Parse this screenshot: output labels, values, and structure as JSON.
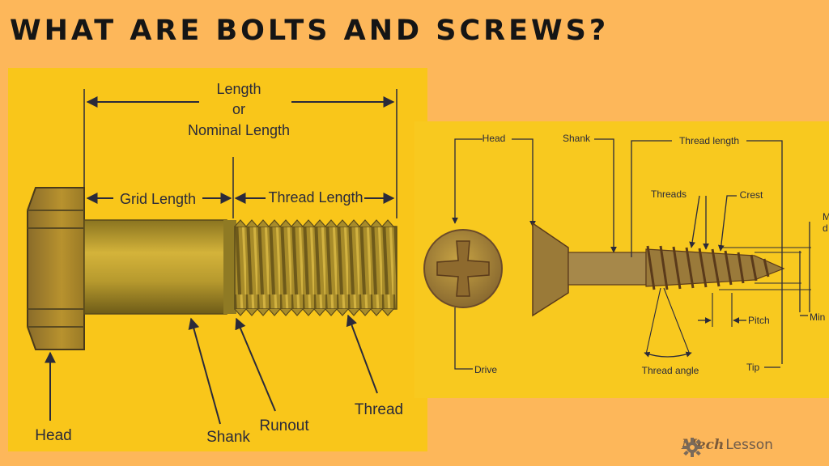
{
  "title": "WHAT ARE BOLTS AND SCREWS?",
  "bolt": {
    "length_line1": "Length",
    "length_line2": "or",
    "length_line3": "Nominal Length",
    "grid_length": "Grid Length",
    "thread_length": "Thread Length",
    "head": "Head",
    "shank": "Shank",
    "runout": "Runout",
    "thread": "Thread"
  },
  "screw": {
    "head": "Head",
    "shank": "Shank",
    "thread_length": "Thread length",
    "threads": "Threads",
    "crest": "Crest",
    "drive": "Drive",
    "thread_angle": "Thread angle",
    "pitch": "Pitch",
    "tip": "Tip",
    "major_diameter_partial_1": "M",
    "major_diameter_partial_2": "d",
    "minor_diameter_partial": "Min"
  },
  "brand": {
    "part1": "Mech",
    "part2": "Lesson"
  },
  "colors": {
    "background": "#fdb75a",
    "panel": "#f9c61a",
    "metal": "#b39a2c",
    "ink": "#2a2a3a"
  }
}
